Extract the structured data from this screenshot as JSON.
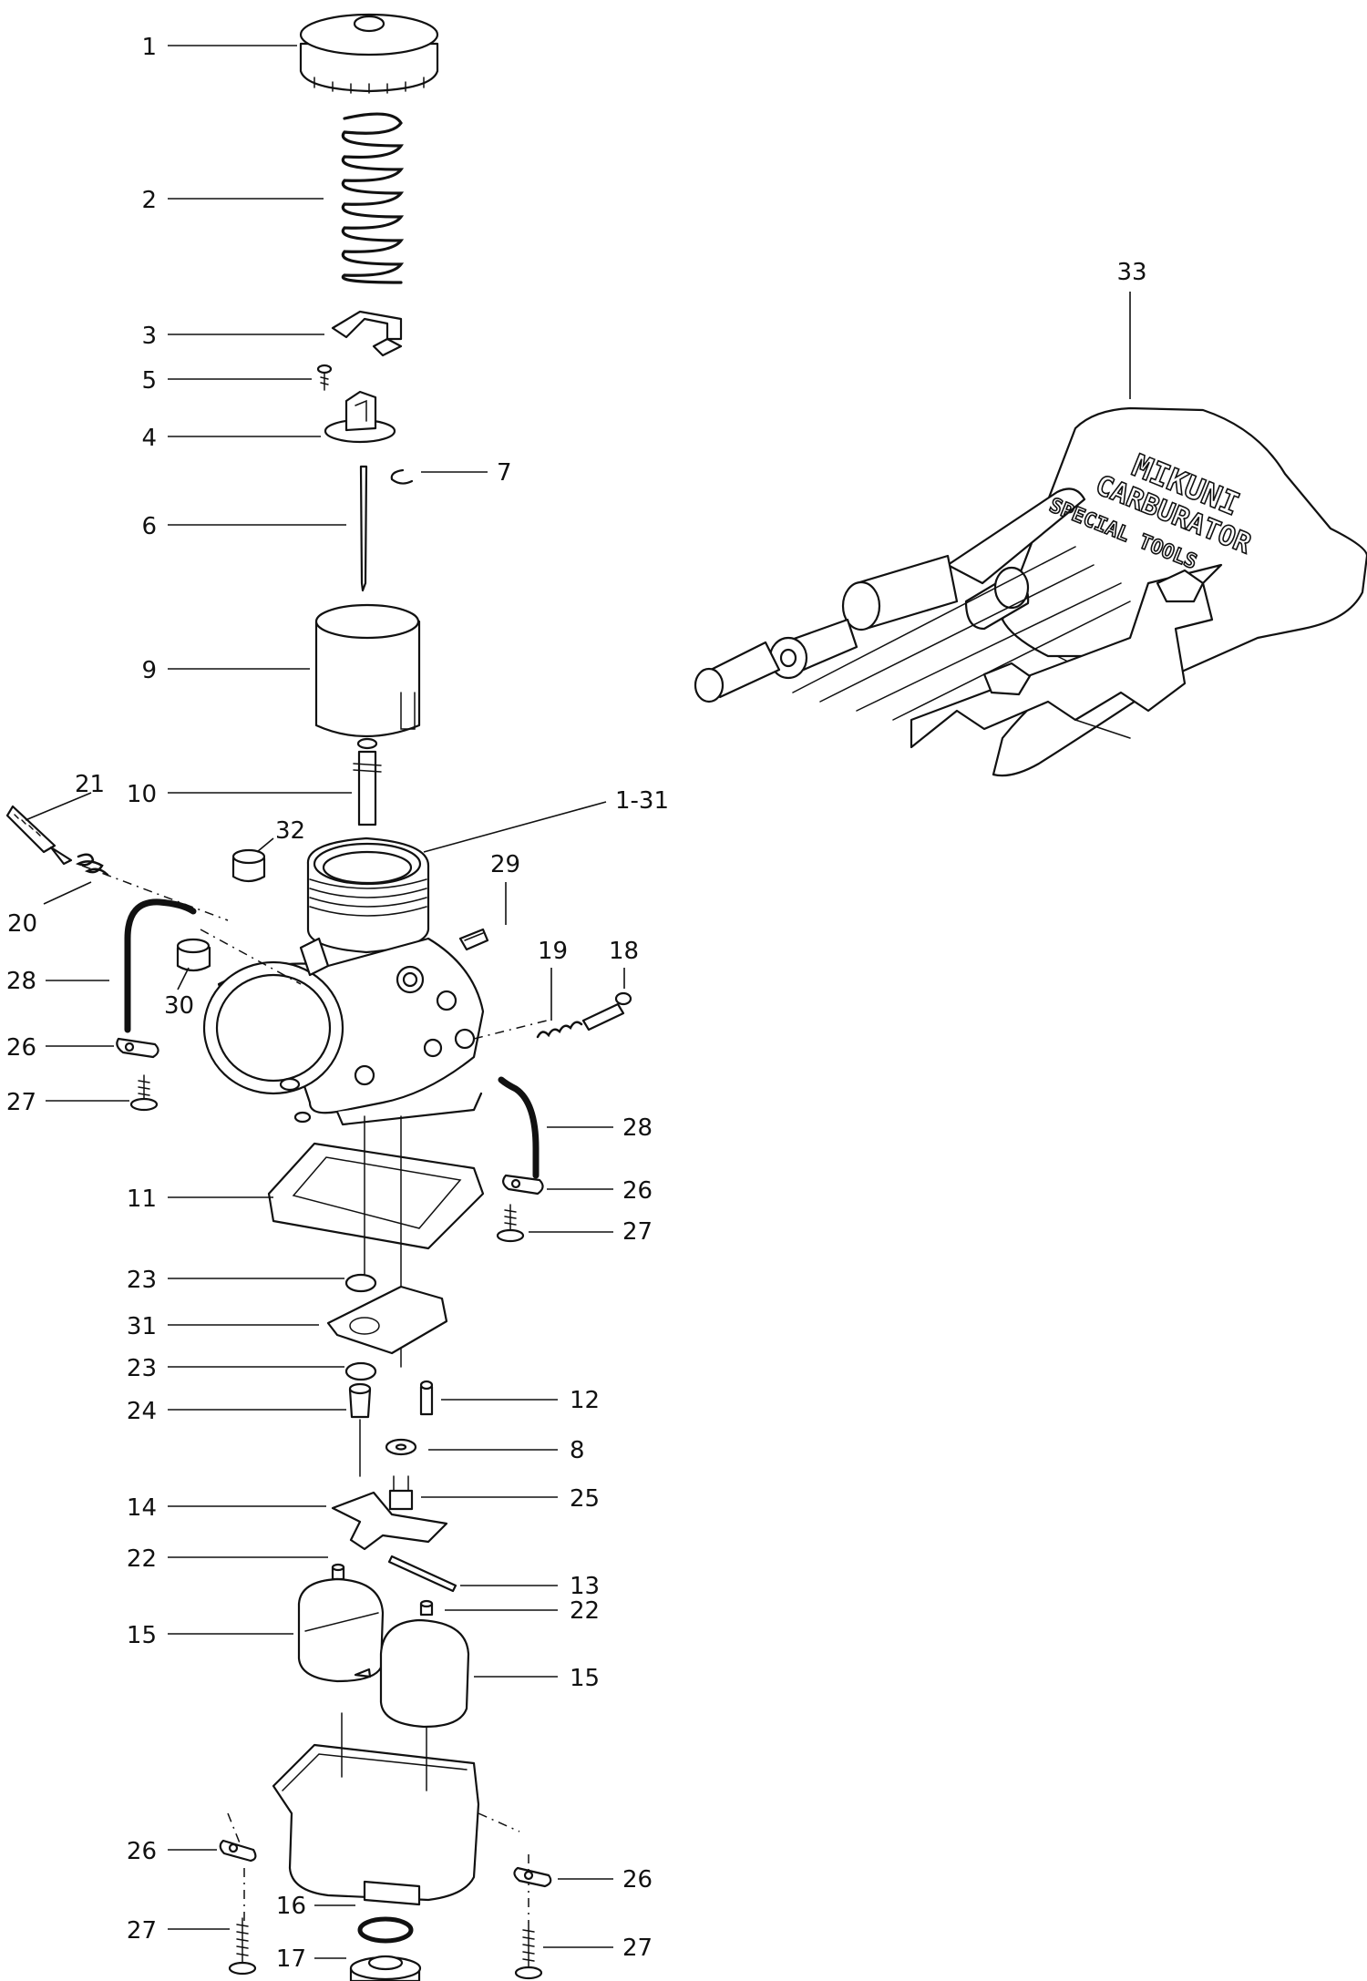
{
  "callouts": [
    {
      "id": "c1",
      "label": "1"
    },
    {
      "id": "c2",
      "label": "2"
    },
    {
      "id": "c3",
      "label": "3"
    },
    {
      "id": "c5",
      "label": "5"
    },
    {
      "id": "c4",
      "label": "4"
    },
    {
      "id": "c7",
      "label": "7"
    },
    {
      "id": "c6",
      "label": "6"
    },
    {
      "id": "c9",
      "label": "9"
    },
    {
      "id": "c21",
      "label": "21"
    },
    {
      "id": "c10",
      "label": "10"
    },
    {
      "id": "c1-31",
      "label": "1-31"
    },
    {
      "id": "c32",
      "label": "32"
    },
    {
      "id": "c29",
      "label": "29"
    },
    {
      "id": "c20",
      "label": "20"
    },
    {
      "id": "c19",
      "label": "19"
    },
    {
      "id": "c18",
      "label": "18"
    },
    {
      "id": "c28a",
      "label": "28"
    },
    {
      "id": "c30",
      "label": "30"
    },
    {
      "id": "c26a",
      "label": "26"
    },
    {
      "id": "c27a",
      "label": "27"
    },
    {
      "id": "c28b",
      "label": "28"
    },
    {
      "id": "c11",
      "label": "11"
    },
    {
      "id": "c26b",
      "label": "26"
    },
    {
      "id": "c27b",
      "label": "27"
    },
    {
      "id": "c23a",
      "label": "23"
    },
    {
      "id": "c31",
      "label": "31"
    },
    {
      "id": "c23b",
      "label": "23"
    },
    {
      "id": "c12",
      "label": "12"
    },
    {
      "id": "c24",
      "label": "24"
    },
    {
      "id": "c8",
      "label": "8"
    },
    {
      "id": "c14",
      "label": "14"
    },
    {
      "id": "c25",
      "label": "25"
    },
    {
      "id": "c22a",
      "label": "22"
    },
    {
      "id": "c13",
      "label": "13"
    },
    {
      "id": "c22b",
      "label": "22"
    },
    {
      "id": "c15a",
      "label": "15"
    },
    {
      "id": "c15b",
      "label": "15"
    },
    {
      "id": "c26c",
      "label": "26"
    },
    {
      "id": "c26d",
      "label": "26"
    },
    {
      "id": "c16",
      "label": "16"
    },
    {
      "id": "c27c",
      "label": "27"
    },
    {
      "id": "c27d",
      "label": "27"
    },
    {
      "id": "c17",
      "label": "17"
    },
    {
      "id": "c33",
      "label": "33"
    }
  ],
  "toolkit_case_text": [
    "MIKUNI",
    "CARBURATOR",
    "SPECIAL TOOLS"
  ]
}
